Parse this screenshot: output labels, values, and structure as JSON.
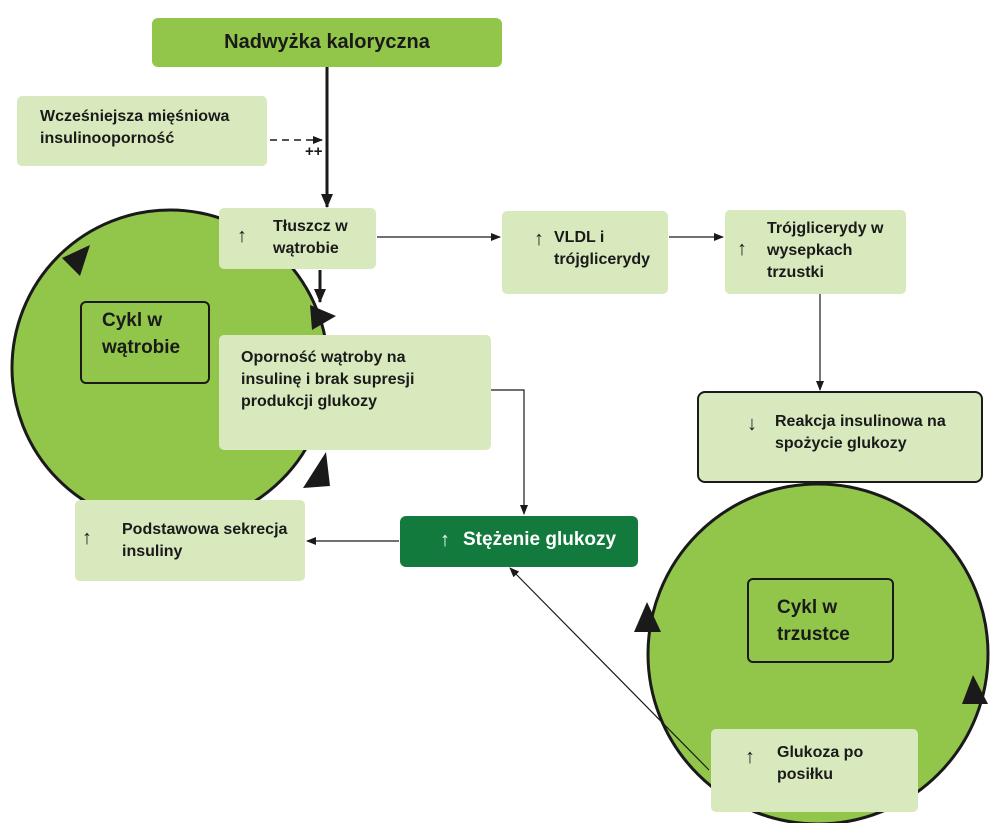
{
  "colors": {
    "light_box": "#d7e9bd",
    "accent_green": "#92c64b",
    "dark_green": "#137a3d",
    "outline": "#1a1a1a"
  },
  "top": {
    "title": "Nadwyżka kaloryczna"
  },
  "earlier": {
    "text": "Wcześniejsza mięśniowa insulinooporność",
    "mark": "++"
  },
  "fat_liver": {
    "arrow": "↑",
    "text": "Tłuszcz w wątrobie"
  },
  "vldl": {
    "arrow": "↑",
    "text": "VLDL i trójglicerydy"
  },
  "triglycerides_islets": {
    "arrow": "↑",
    "text": "Trójglicerydy w wysepkach trzustki"
  },
  "liver_cycle": {
    "text": "Cykl w wątrobie"
  },
  "liver_resistance": {
    "text": "Oporność wątroby na insulinę i brak supresji produkcji glukozy"
  },
  "insulin_response": {
    "arrow": "↓",
    "text": "Reakcja insulinowa na spożycie glukozy"
  },
  "basal_insulin": {
    "arrow": "↑",
    "text": "Podstawowa sekrecja insuliny"
  },
  "glucose_level": {
    "arrow": "↑",
    "text": "Stężenie glukozy"
  },
  "pancreas_cycle": {
    "text": "Cykl w trzustce"
  },
  "postmeal_glucose": {
    "arrow": "↑",
    "text": "Glukoza po posiłku"
  }
}
